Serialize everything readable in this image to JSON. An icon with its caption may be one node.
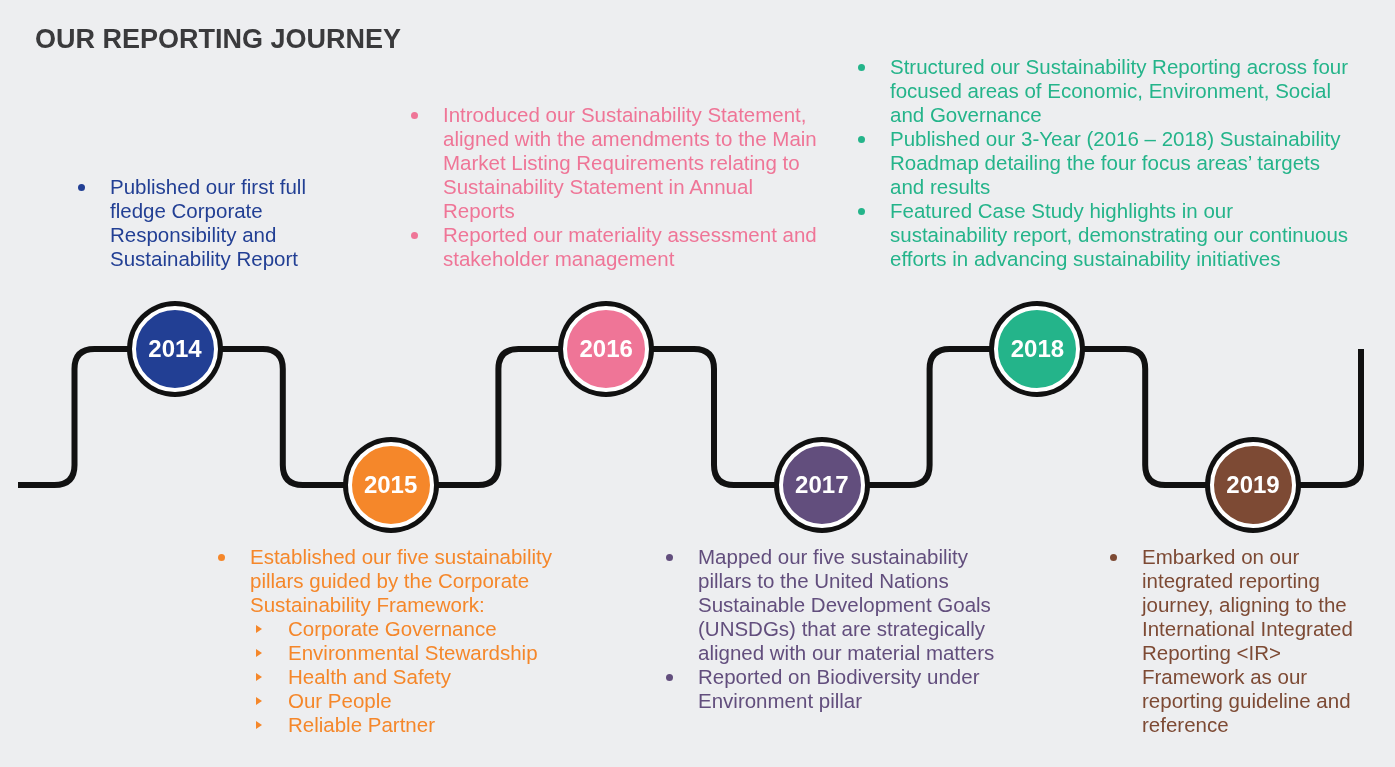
{
  "diagram": {
    "title": "OUR REPORTING JOURNEY",
    "nodes": [
      {
        "text": [
          "2014"
        ],
        "beside": [
          "Published our first full fledge Corporate Responsibility and Sustainability Report"
        ]
      },
      {
        "text": [
          "2015"
        ],
        "beside": [
          "Established our five sustainability pillars guided by the Corporate Sustainability Framework:",
          "Corporate Governance",
          "Environmental Stewardship",
          "Health and Safety",
          "Our People",
          "Reliable Partner"
        ]
      },
      {
        "text": [
          "2016"
        ],
        "beside": [
          "Introduced our Sustainability Statement, aligned with the amendments to the Main Market Listing Requirements relating to Sustainability Statement in Annual Reports",
          "Reported our materiality assessment and stakeholder management"
        ]
      },
      {
        "text": [
          "2017"
        ],
        "beside": [
          "Mapped our five sustainability pillars to the United Nations Sustainable Development Goals (UNSDGs) that are strategically aligned with our material matters",
          "Reported on Biodiversity under Environment pillar"
        ]
      },
      {
        "text": [
          "2018"
        ],
        "beside": [
          "Structured our Sustainability Reporting across four focused areas of Economic, Environment, Social and Governance",
          "Published our 3-Year (2016 – 2018) Sustainability Roadmap detailing the four focus areas’ targets and results",
          "Featured Case Study highlights in our sustainability report, demonstrating our continuous efforts in advancing sustainability initiatives"
        ]
      },
      {
        "text": [
          "2019"
        ],
        "beside": [
          "Embarked on our integrated reporting journey, aligning to the International Integrated Reporting <IR> Framework as our reporting guideline and reference"
        ]
      }
    ],
    "edges": [
      {
        "from": 0,
        "to": 1,
        "arrow": "none"
      },
      {
        "from": 1,
        "to": 2,
        "arrow": "none"
      },
      {
        "from": 2,
        "to": 3,
        "arrow": "none"
      },
      {
        "from": 3,
        "to": 4,
        "arrow": "none"
      },
      {
        "from": 4,
        "to": 5,
        "arrow": "none"
      }
    ]
  }
}
